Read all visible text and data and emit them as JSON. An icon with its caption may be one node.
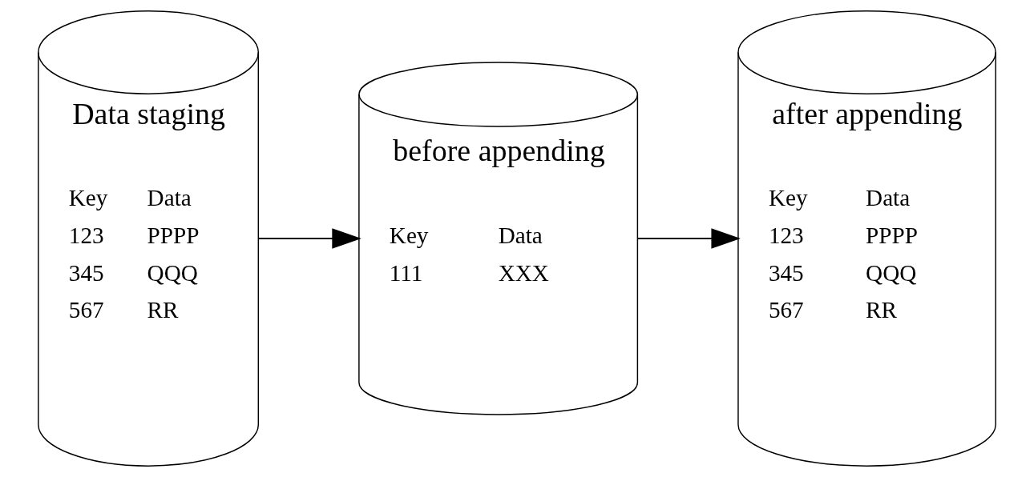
{
  "diagram": {
    "nodes": [
      {
        "text": [
          "Data staging",
          "Key",
          "Data",
          "123",
          "PPPP",
          "345",
          "QQQ",
          "567",
          "RR"
        ]
      },
      {
        "text": [
          "before appending",
          "Key",
          "Data",
          "111",
          "XXX"
        ]
      },
      {
        "text": [
          "after appending",
          "Key",
          "Data",
          "123",
          "PPPP",
          "345",
          "QQQ",
          "567",
          "RR"
        ]
      }
    ],
    "edges": [
      {
        "from": 0,
        "to": 1,
        "arrow": "to"
      },
      {
        "from": 1,
        "to": 2,
        "arrow": "to"
      }
    ]
  }
}
